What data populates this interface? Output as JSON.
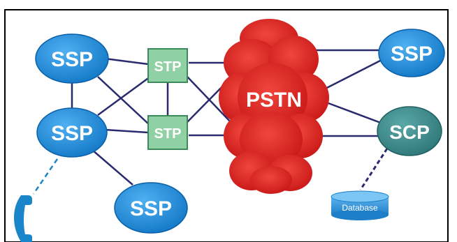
{
  "diagram": {
    "labels": {
      "ssp_top_left": "SSP",
      "ssp_mid_left": "SSP",
      "ssp_bottom": "SSP",
      "ssp_right": "SSP",
      "scp_right": "SCP",
      "stp_top": "STP",
      "stp_bottom": "STP",
      "pstn": "PSTN",
      "database": "Database"
    },
    "colors": {
      "ssp_fill": "#1e86d6",
      "ssp_edge": "#0b5fa8",
      "scp_fill": "#3a8c8c",
      "scp_edge": "#1f5f60",
      "stp_fill": "#8fd1a5",
      "stp_edge": "#3a8a5a",
      "pstn_fill": "#d9211f",
      "link_color": "#2a2a6e",
      "phone_color": "#1a86c9",
      "border_color": "#000000"
    },
    "icons": {
      "phone": "telephone-handset-icon",
      "database": "database-cylinder-icon",
      "cloud": "cloud-shape"
    }
  }
}
